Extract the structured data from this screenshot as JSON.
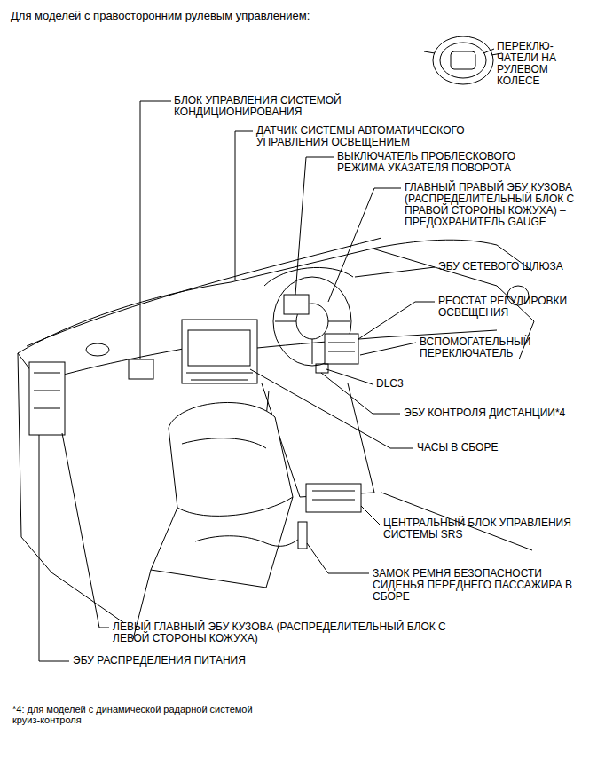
{
  "diagram": {
    "title": "Для моделей с правосторонним рулевым управлением:",
    "labels": [
      "ПЕРЕКЛЮ- ЧАТЕЛИ НА РУЛЕВОМ КОЛЕСЕ",
      "БЛОК УПРАВЛЕНИЯ СИСТЕМОЙ КОНДИЦИОНИРОВАНИЯ",
      "ДАТЧИК СИСТЕМЫ АВТОМАТИЧЕСКОГО УПРАВЛЕНИЯ ОСВЕЩЕНИЕМ",
      "ВЫКЛЮЧАТЕЛЬ ПРОБЛЕСКОВОГО РЕЖИМА УКАЗАТЕЛЯ ПОВОРОТА",
      "ГЛАВНЫЙ ПРАВЫЙ ЭБУ КУЗОВА (РАСПРЕДЕЛИТЕЛЬНЫЙ БЛОК С ПРАВОЙ СТОРОНЫ КОЖУХА) – ПРЕДОХРАНИТЕЛЬ GAUGE",
      "ЭБУ СЕТЕВОГО ШЛЮЗА",
      "РЕОСТАТ РЕГУЛИРОВКИ ОСВЕЩЕНИЯ",
      "ВСПОМОГАТЕЛЬНЫЙ ПЕРЕКЛЮЧАТЕЛЬ",
      "DLC3",
      "ЭБУ КОНТРОЛЯ ДИСТАНЦИИ*4",
      "ЧАСЫ В СБОРЕ",
      "ЦЕНТРАЛЬНЫЙ БЛОК УПРАВЛЕНИЯ СИСТЕМЫ SRS",
      "ЗАМОК РЕМНЯ БЕЗОПАСНОСТИ СИДЕНЬЯ ПЕРЕДНЕГО ПАССАЖИРА В СБОРЕ",
      "ЛЕВЫЙ ГЛАВНЫЙ ЭБУ КУЗОВА (РАСПРЕДЕЛИТЕЛЬНЫЙ БЛОК С ЛЕВОЙ СТОРОНЫ КОЖУХА)",
      "ЭБУ РАСПРЕДЕЛЕНИЯ ПИТАНИЯ",
      "*4: для моделей с динамической радарной системой круиз-контроля"
    ]
  }
}
